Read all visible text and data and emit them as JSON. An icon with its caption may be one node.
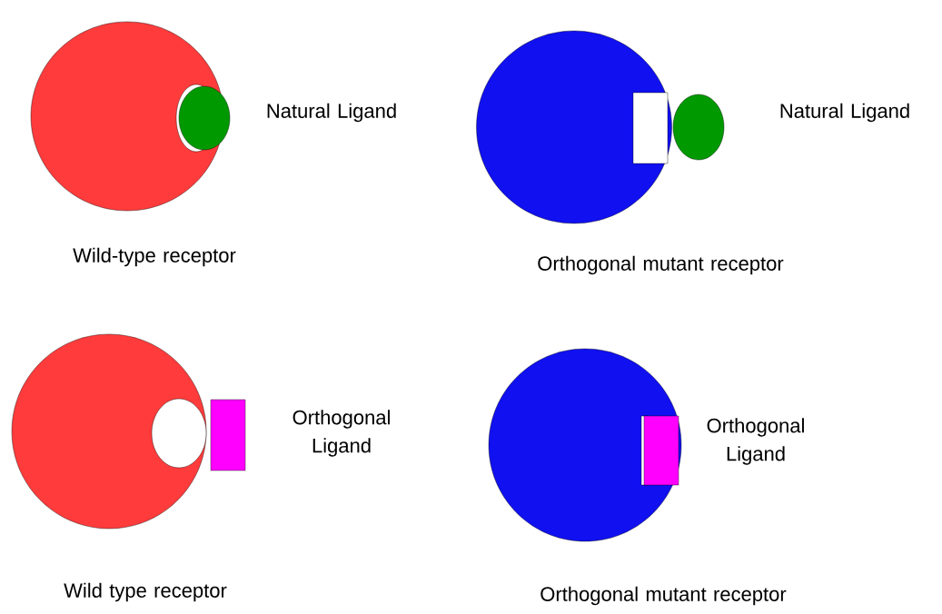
{
  "diagram": {
    "nodes": [
      {
        "text": [],
        "shape": "circle",
        "beside": [
          "Wild-type receptor"
        ]
      },
      {
        "text": [],
        "shape": "circle",
        "beside": [
          "Natural Ligand"
        ]
      },
      {
        "text": [],
        "shape": "circle",
        "beside": [
          "Orthogonal mutant receptor"
        ]
      },
      {
        "text": [],
        "shape": "circle",
        "beside": [
          "Natural Ligand"
        ]
      },
      {
        "text": [],
        "shape": "circle",
        "beside": [
          "Wild type receptor"
        ]
      },
      {
        "text": [],
        "shape": "box",
        "beside": [
          "Orthogonal Ligand"
        ]
      },
      {
        "text": [],
        "shape": "circle",
        "beside": [
          "Orthogonal mutant receptor"
        ]
      },
      {
        "text": [],
        "shape": "box",
        "beside": [
          "Orthogonal Ligand"
        ],
        "in": 6
      }
    ]
  }
}
